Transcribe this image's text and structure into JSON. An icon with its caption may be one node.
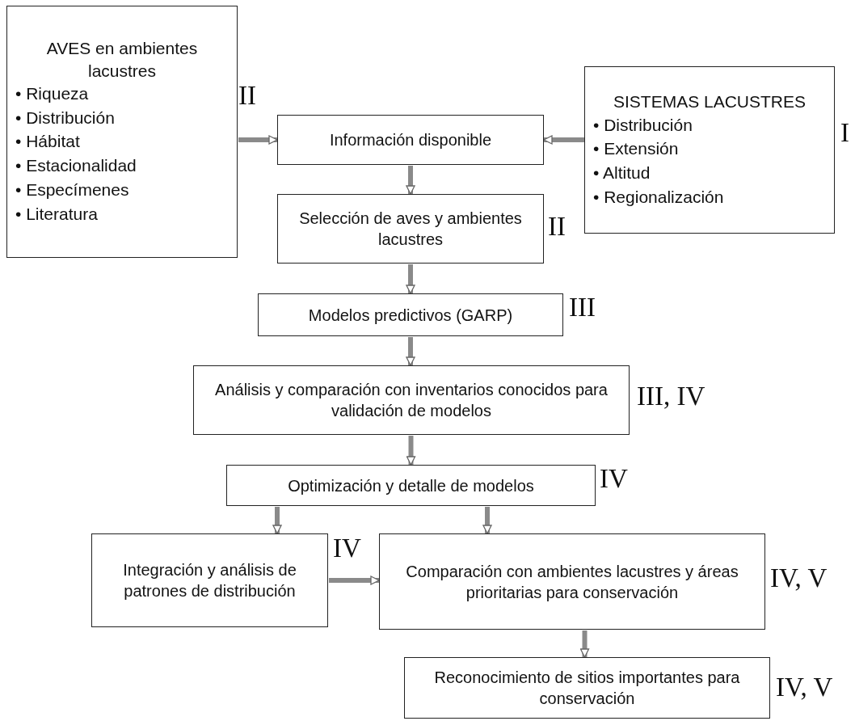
{
  "diagram": {
    "nodes": [
      {
        "text": [
          "AVES en ambientes lacustres",
          "• Riqueza",
          "• Distribución",
          "• Hábitat",
          "• Estacionalidad",
          "• Especímenes",
          "• Literatura"
        ],
        "beside": [
          "II"
        ]
      },
      {
        "text": [
          "SISTEMAS LACUSTRES",
          "• Distribución",
          "• Extensión",
          "• Altitud",
          "• Regionalización"
        ],
        "beside": [
          "I"
        ]
      },
      {
        "text": [
          "Información disponible"
        ]
      },
      {
        "text": [
          "Selección de aves y ambientes lacustres"
        ],
        "beside": [
          "II"
        ]
      },
      {
        "text": [
          "Modelos predictivos (GARP)"
        ],
        "beside": [
          "III"
        ]
      },
      {
        "text": [
          "Análisis y comparación con inventarios conocidos para validación de modelos"
        ],
        "beside": [
          "III, IV"
        ]
      },
      {
        "text": [
          "Optimización y detalle de modelos"
        ],
        "beside": [
          "IV"
        ]
      },
      {
        "text": [
          "Integración y análisis de patrones de distribución"
        ],
        "beside": [
          "IV"
        ]
      },
      {
        "text": [
          "Comparación con ambientes lacustres y áreas prioritarias para conservación"
        ],
        "beside": [
          "IV, V"
        ]
      },
      {
        "text": [
          "Reconocimiento de sitios importantes para conservación"
        ],
        "beside": [
          "IV, V"
        ]
      }
    ],
    "edges": [
      {
        "from": 0,
        "to": 2,
        "arrow": "to"
      },
      {
        "from": 1,
        "to": 2,
        "arrow": "to"
      },
      {
        "from": 2,
        "to": 3,
        "arrow": "to"
      },
      {
        "from": 3,
        "to": 4,
        "arrow": "to"
      },
      {
        "from": 4,
        "to": 5,
        "arrow": "to"
      },
      {
        "from": 5,
        "to": 6,
        "arrow": "to"
      },
      {
        "from": 6,
        "to": 7,
        "arrow": "to"
      },
      {
        "from": 6,
        "to": 8,
        "arrow": "to"
      },
      {
        "from": 7,
        "to": 8,
        "arrow": "to"
      },
      {
        "from": 8,
        "to": 9,
        "arrow": "to"
      }
    ]
  }
}
